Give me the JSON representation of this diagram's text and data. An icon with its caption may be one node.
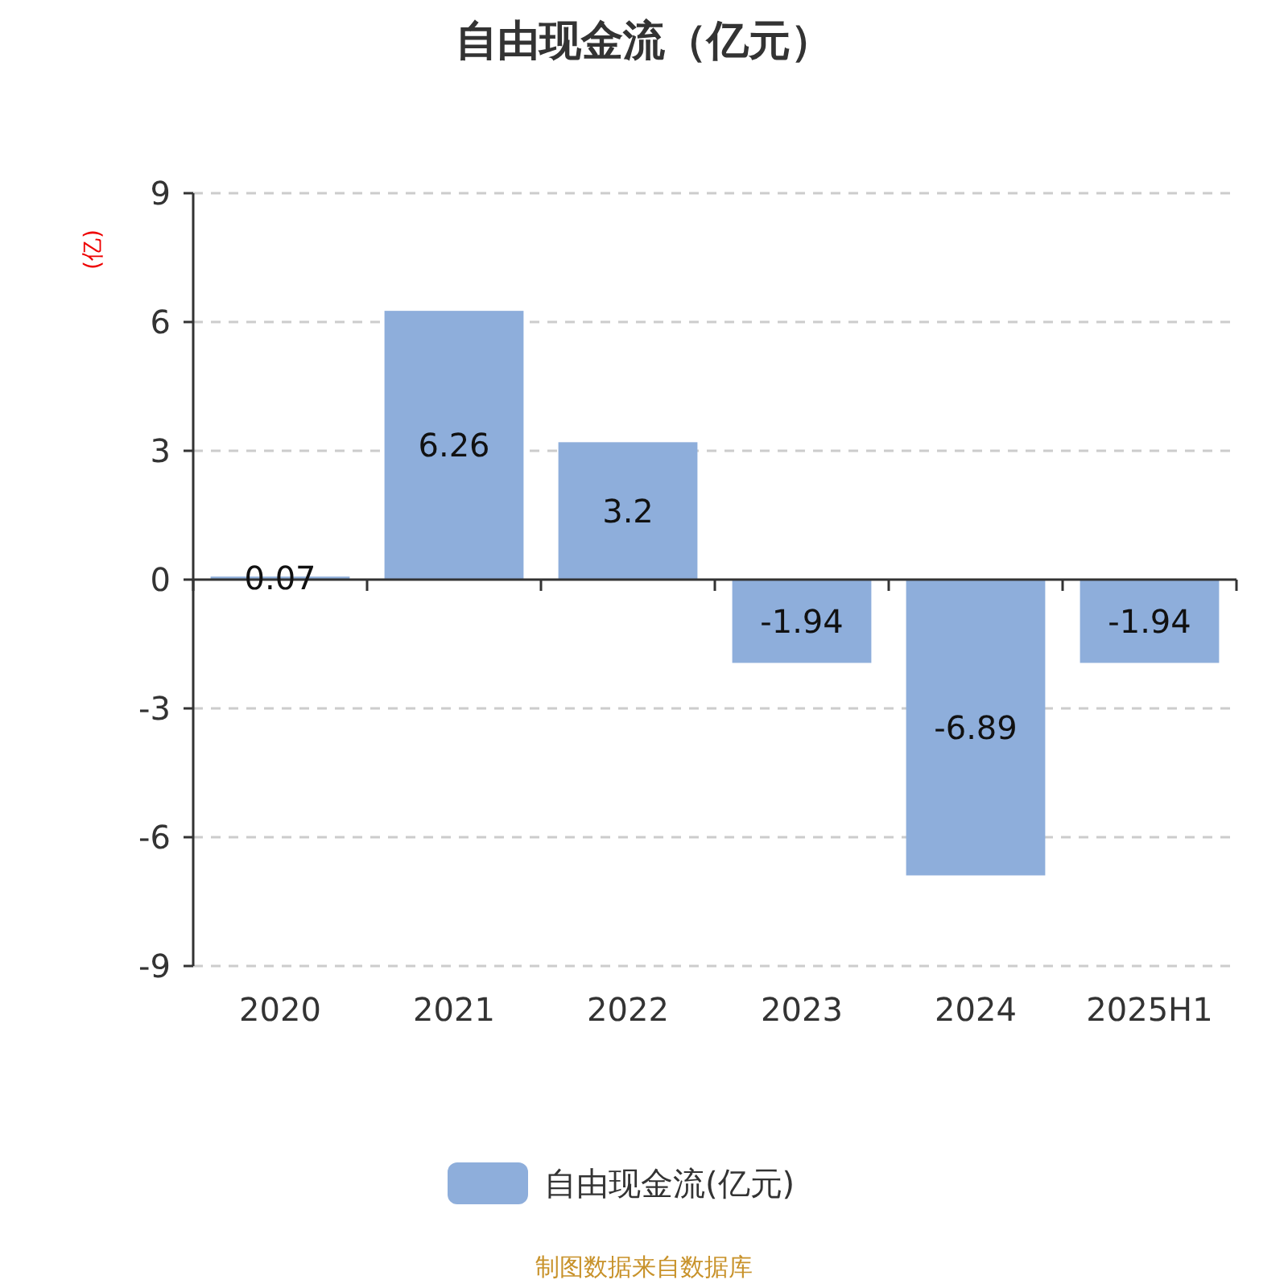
{
  "diagram": {
    "labels": [
      "制图数据来自数据库"
    ],
    "legend": [
      {
        "text": "自由现金流(亿元)",
        "color": "#8eaedb"
      }
    ],
    "chart_data": {
      "type": "bar",
      "title": "自由现金流（亿元）",
      "ylabel": "(亿)",
      "categories": [
        "2020",
        "2021",
        "2022",
        "2023",
        "2024",
        "2025H1"
      ],
      "series": [
        {
          "color": "#8eaedb",
          "values": [
            0.07,
            6.26,
            3.2,
            -1.94,
            -6.89,
            -1.94
          ]
        }
      ],
      "ylim": [
        -9,
        9
      ],
      "yticks": [
        -9,
        -6,
        -3,
        0,
        3,
        6,
        9
      ],
      "data_labels": true,
      "grid": true
    }
  }
}
